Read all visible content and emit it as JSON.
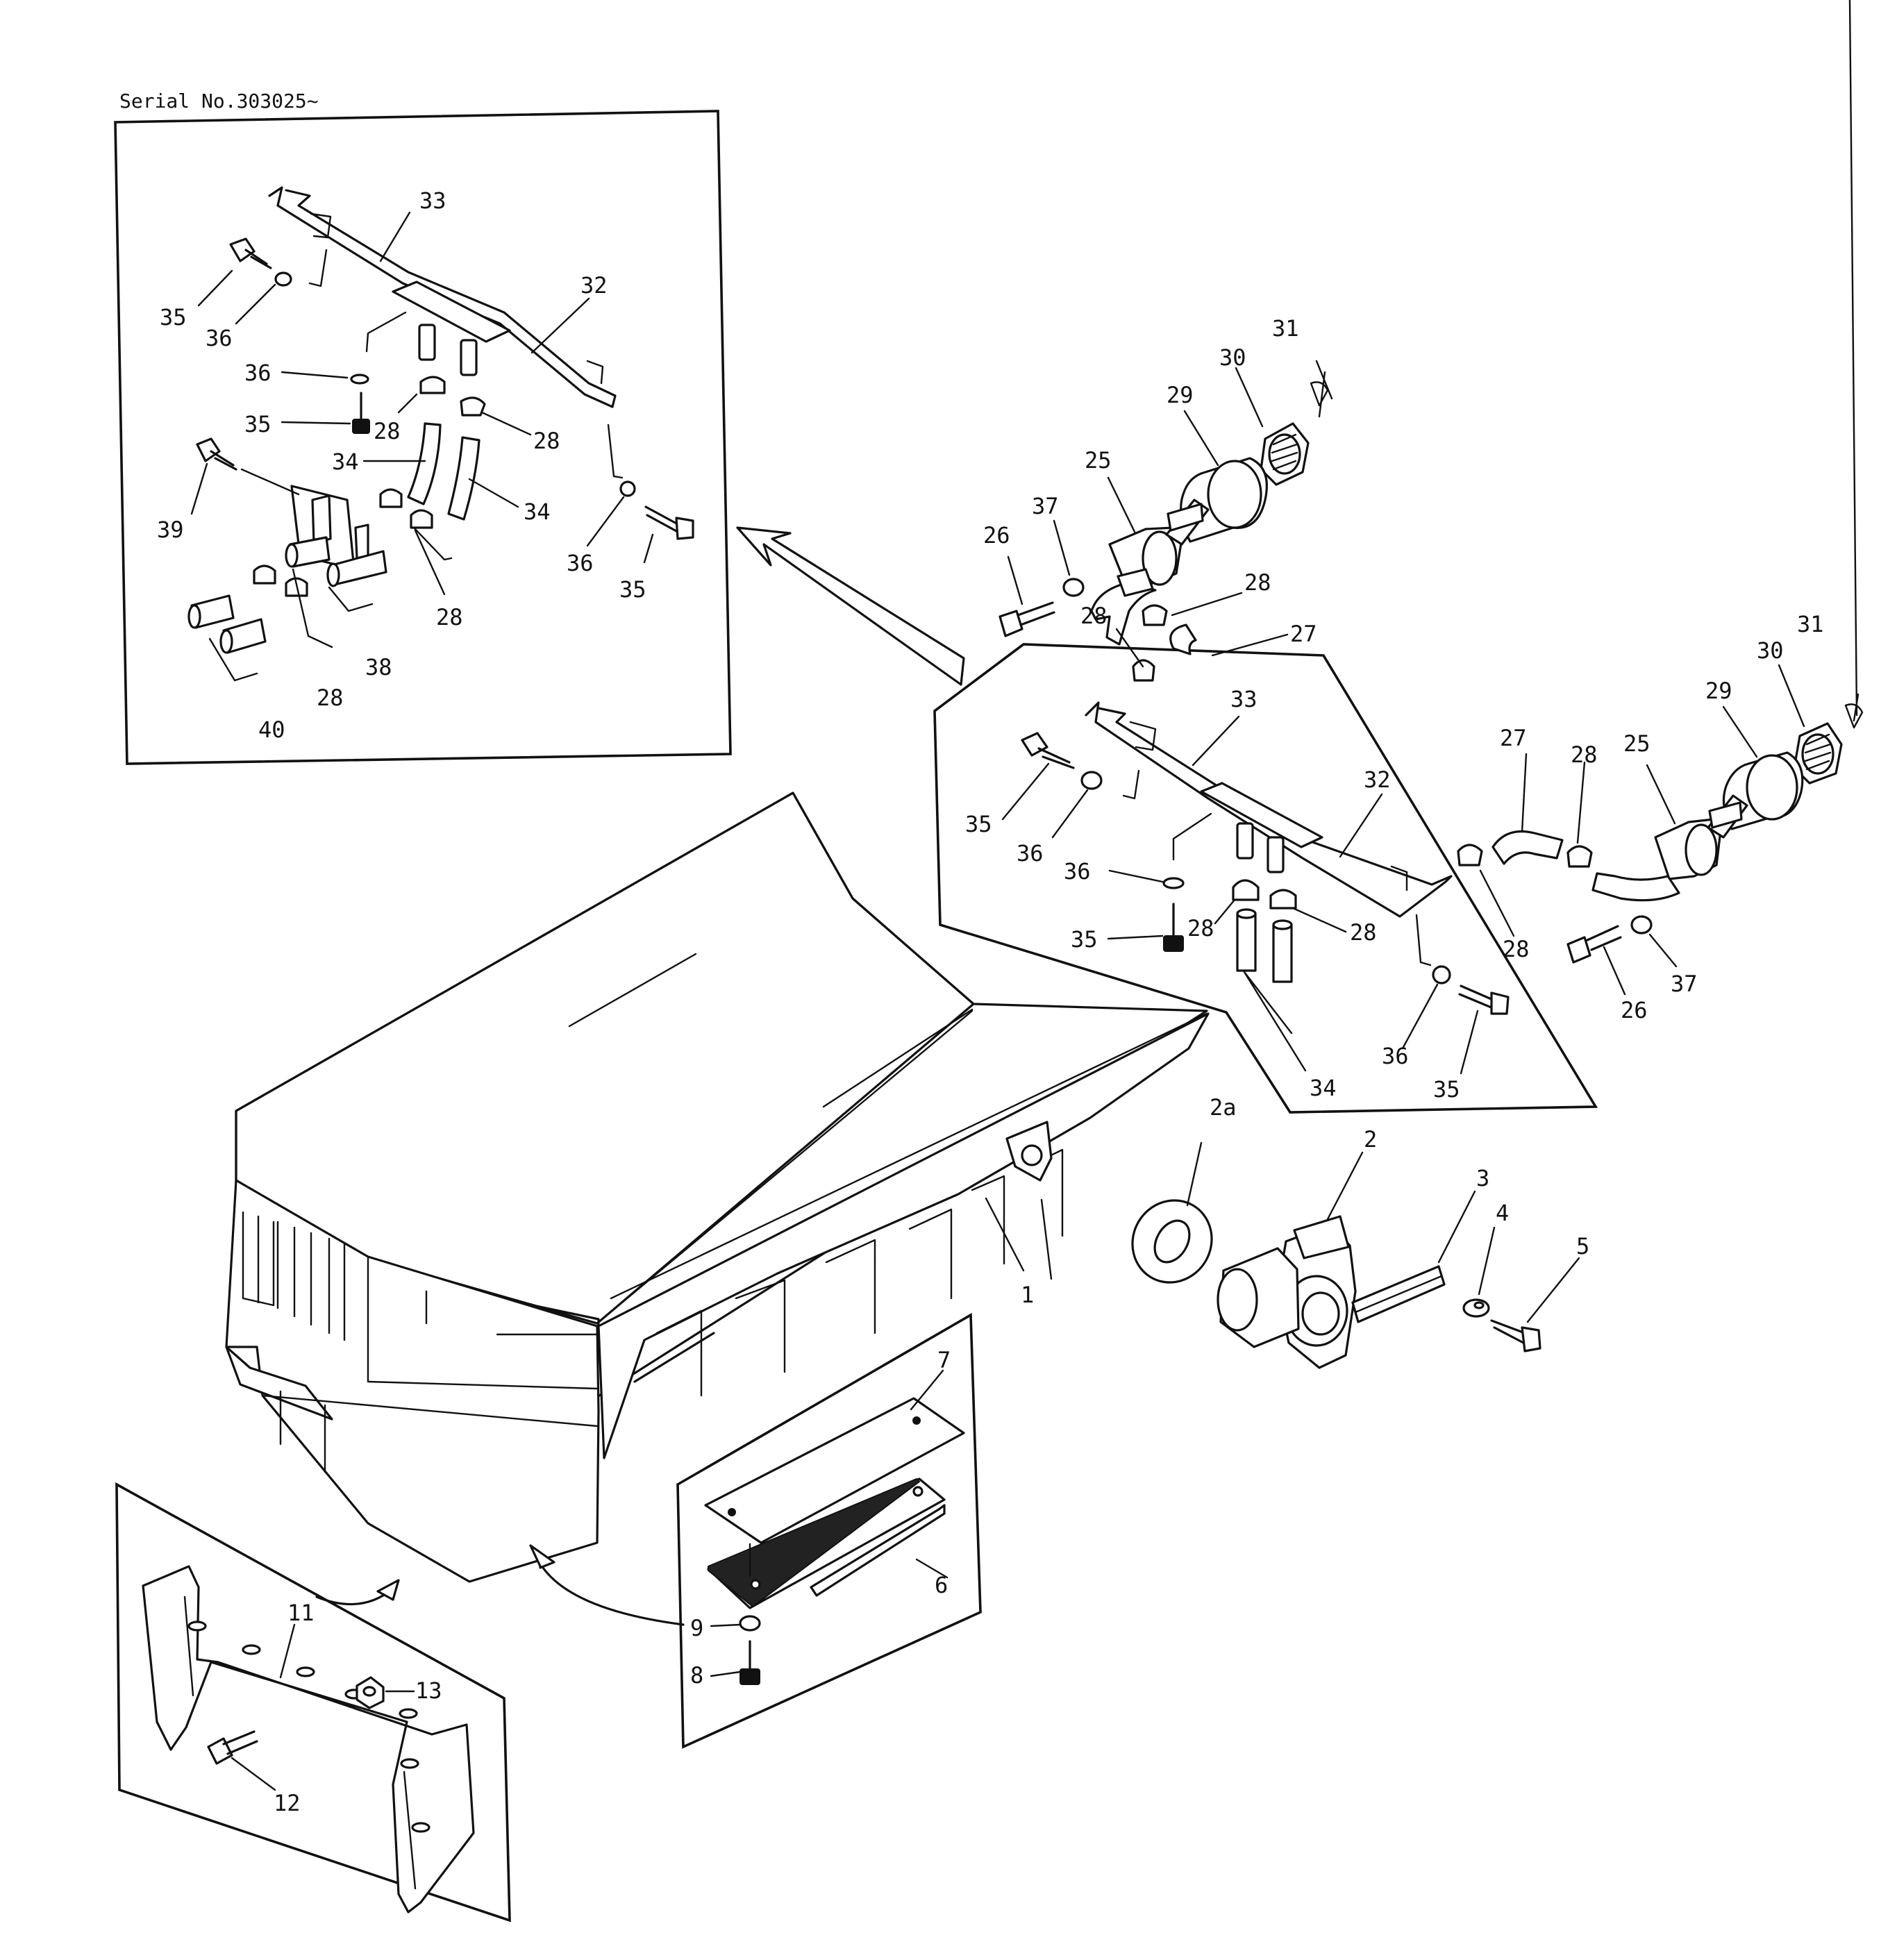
{
  "header": {
    "serial_note": "Serial No.303025~"
  },
  "labels": {
    "p1": "1",
    "p2": "2",
    "p2a": "2a",
    "p3": "3",
    "p4": "4",
    "p5": "5",
    "p6": "6",
    "p7": "7",
    "p8": "8",
    "p9": "9",
    "p11": "11",
    "p12": "12",
    "p13": "13",
    "p25": "25",
    "p26": "26",
    "p27": "27",
    "p28": "28",
    "p29": "29",
    "p30": "30",
    "p31": "31",
    "p32": "32",
    "p33": "33",
    "p34": "34",
    "p35": "35",
    "p36": "36",
    "p37": "37",
    "p38": "38",
    "p39": "39",
    "p40": "40"
  },
  "colors": {
    "ink": "#111111",
    "paper": "#ffffff"
  }
}
